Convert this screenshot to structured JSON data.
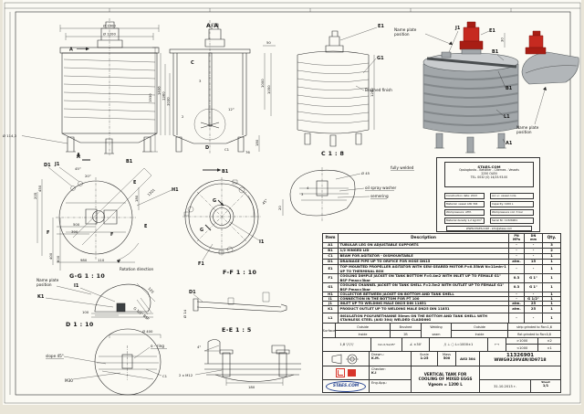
{
  "views": {
    "front": {
      "dia1300": "Ø 1300",
      "dia1200": "Ø 1200",
      "h1930": "1930",
      "dia_leg": "Ø 114,3",
      "a_top": "A",
      "a_bottom": "A"
    },
    "aa": {
      "caption": "A-A",
      "c": "C",
      "d": "D",
      "c1": "C1",
      "d1406": "1406",
      "d1360": "1360",
      "d1030": "1030",
      "d3": "3",
      "d2": "2",
      "d12": "12°",
      "d50": "50",
      "d1000": "1000",
      "d1050": "1050",
      "d180": "180",
      "d76": "76"
    },
    "c8": {
      "caption": "C 1 : 8",
      "e1": "E1",
      "g1": "G1",
      "brushed": "Brushed finish",
      "d1280": "1280",
      "nameplate_l1": "Name plate",
      "nameplate_l2": "position"
    },
    "iso": {
      "j1": "J1",
      "e1": "E1",
      "b1_top": "B1",
      "b1": "B1",
      "l1": "L1",
      "a1": "A1",
      "d30": "30",
      "nameplate_l1": "Name plate",
      "nameplate_l2": "position"
    },
    "gg": {
      "caption": "G-G 1 : 10",
      "a": "A",
      "b1": "B1",
      "d1": "D1",
      "j1": "J1",
      "e_top": "E",
      "e_bot": "E",
      "f_left": "F",
      "f_right": "F",
      "h1": "H1",
      "rotation": "Rotation direction",
      "a45": "45°",
      "a20": "20°",
      "d450": "450",
      "d205": "205",
      "d180": "180",
      "d500": "500",
      "d390": "390",
      "d400": "400",
      "d600": "600",
      "d980": "980",
      "d110": "110",
      "d1301": "1301",
      "nameplate_l1": "Name plate",
      "nameplate_l2": "position"
    },
    "ff": {
      "caption": "F-F 1 : 10",
      "b1": "B1",
      "h1": "H1",
      "g_top": "G",
      "g_bot": "G",
      "i1": "I1",
      "f1": "F1",
      "a45": "45°"
    },
    "washer": {
      "fully": "fully welded",
      "d45": "Ø 45",
      "l1": "oil spray washer",
      "l2": "semering",
      "d3": "3",
      "d4": "4",
      "d20": "20"
    },
    "k1det": {
      "i1": "I1",
      "k1": "K1",
      "d100": "100",
      "d120": "120",
      "bsp": "G 1/2\" BSP"
    },
    "d10": {
      "caption": "D 1 : 10",
      "dia400": "Ø 400",
      "oring": "o - ring",
      "slope": "slope 45°",
      "m30": "M30",
      "c1": "C1"
    },
    "drain": {
      "d1": "D1",
      "dia14": "Ø 14"
    },
    "ee": {
      "caption": "E-E 1 : 5",
      "m12": "2 x M12",
      "d180": "180",
      "d4": "4°"
    }
  },
  "nameplate": {
    "company": "STAES.COM",
    "line2": "Opslagtanks - Behälter - Citernes - Vessels",
    "line3": "2250 OLEN",
    "line4": "TEL. 0032 (0) 14/25.93.00",
    "fields_left": [
      "Construction date: 2013",
      "Material: vessel AISI 304",
      "Workpressure: ATM.",
      "Material density 1,2 kg/dm³"
    ],
    "fields_right": [
      "Acc.v.: vessel code",
      "Capacity: 1200 L",
      "Workpressure coil: 3 bar",
      "Serial Nr: 11326901"
    ],
    "website": "WWW.STAES.COM - info@staes.com"
  },
  "table": {
    "headers": {
      "item": "Item",
      "desc": "Description",
      "pn1": "PN",
      "pn2": "MPa",
      "dn1": "DN",
      "dn2": "mm",
      "qty": "Qty."
    },
    "rows": [
      {
        "item": "A1",
        "desc": "TUBULAR LEG ON ADJUSTABLE SUPPORTS",
        "pn": "-",
        "dn": "-",
        "qty": "3"
      },
      {
        "item": "B1",
        "desc": "1/2 HINGED LID",
        "pn": "-",
        "dn": "-",
        "qty": "2"
      },
      {
        "item": "C1",
        "desc": "BEAM FOR AGITATOR - DISMOUNTABLE",
        "pn": "-",
        "dn": "-",
        "qty": "1"
      },
      {
        "item": "D1",
        "desc": "DRAINAGE PIPE UP TO ORIFICE FOR HOSE DN15",
        "pn": "atm.",
        "dn": "15",
        "qty": "1"
      },
      {
        "item": "E1",
        "desc": "TOP MOUNTED PROPELLER AGITATOR WITH SEW GEARED MOTOR P=0.55kW N=11min-1 UP TO THERMINAL BOX",
        "pn": "-",
        "dn": "-",
        "qty": "1"
      },
      {
        "item": "F1",
        "desc": "COOLING DIMPLE JACKET ON TANK BOTTOM F=0.4m2 WITH INLET UP TO FEMALE G1\" BSP Pmax=3bar",
        "pn": "0.3",
        "dn": "G 1\"",
        "qty": "1"
      },
      {
        "item": "G1",
        "desc": "COOLING CHANNEL JACKET ON TANK SHELL F=2.5m2 WITH OUTLET UP TO FEMALE G1\" BSP Pmax=3bar",
        "pn": "0.3",
        "dn": "G 1\"",
        "qty": "1"
      },
      {
        "item": "H1",
        "desc": "COLLECTOR BETWEEN JACKET ON BOTTOM AND TANK SHELL",
        "pn": "-",
        "dn": "-",
        "qty": "1"
      },
      {
        "item": "I1",
        "desc": "CONNECTION IN THE BOTTOM FOR PT 100",
        "pn": "-",
        "dn": "G 1/2\"",
        "qty": "1"
      },
      {
        "item": "J1",
        "desc": "INLET UP TO WELDING MALE DN25 DIN 11851",
        "pn": "atm.",
        "dn": "25",
        "qty": "1"
      },
      {
        "item": "K1",
        "desc": "PRODUCT OUTLET UP TO WELDING MALE DN25 DIN 11851",
        "pn": "atm.",
        "dn": "25",
        "qty": "1"
      },
      {
        "item": "L1",
        "desc": "INSULATION POLYURETHANNE 50mm ON THE BOTTOM AND TANK SHELL WITH STAINLESS STEEL (AISI 304) WELDED CLADDING",
        "pn": "-",
        "dn": "-",
        "qty": "1"
      }
    ]
  },
  "surface": {
    "label": "Surface",
    "c1a": "Outside",
    "c1b": "Inside",
    "c2a": "Brushed",
    "c2b": "2B",
    "c3a": "Welding",
    "c3b": "seam",
    "c4a": "Outside",
    "c4b": "Inside",
    "c5a": "strip grinded to Ra<1,6",
    "c5b": "flat grinded to Ra<0,8"
  },
  "tolerance": {
    "ra": "1,8",
    "checks": "▽▽▽",
    "weld_note": "min.0,5a/45°",
    "angle_sym": "∠",
    "angle_val": "±30'",
    "par": "//",
    "perp": "⊥",
    "circ": "○",
    "geom_val": "L=1000±1",
    "arrow": "⟷",
    "r1a": ">1000",
    "r1b": "±2",
    "r2a": "<1000",
    "r2b": "±1"
  },
  "titleblock": {
    "drawn_label": "Drawn.:",
    "drawn": "K.M.",
    "checked_label": "Checker:",
    "checked": "K.I",
    "eng_label": "Eng.App.:",
    "scale_label": "Scale",
    "scale": "1:25",
    "mass_label": "Mass",
    "mass": "500",
    "material": "AISI 304",
    "number1": "11326901",
    "number2": "WWG9239V4N/ID9718",
    "title1": "VERTICAL TANK FOR",
    "title2": "COOLING OF MIXED EGGS",
    "title3": "Vgeom = 1200 L",
    "date": "31.10.2013 г.",
    "sheet_label": "Sheet",
    "sheet": "1/1",
    "logo": "STAES.COM"
  }
}
